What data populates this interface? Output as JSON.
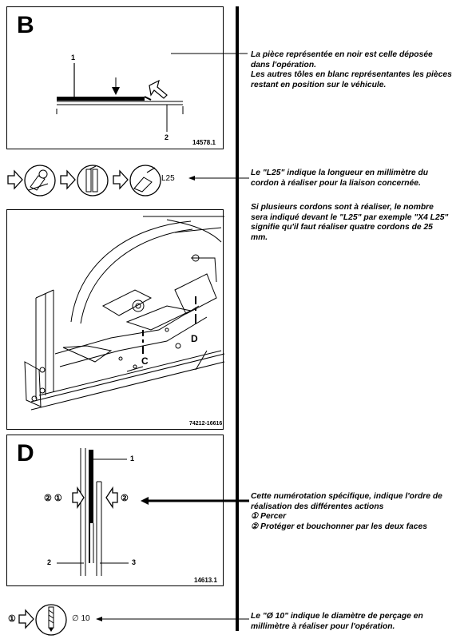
{
  "panel_b": {
    "letter": "B",
    "callout_1": "1",
    "callout_2": "2",
    "ref_number": "14578.1"
  },
  "symbols_row": {
    "label": "L25"
  },
  "body_image": {
    "label_c": "C",
    "label_d": "D",
    "ref_number": "74212-16616"
  },
  "panel_d": {
    "letter": "D",
    "callout_1": "1",
    "callout_2": "2",
    "callout_3": "3",
    "left_marks": "② ①",
    "right_mark": "②",
    "ref_number": "14613.1"
  },
  "drill_row": {
    "mark": "①",
    "label": "∅ 10"
  },
  "notes": {
    "note_b_line1": "La pièce représentée en noir est celle déposée",
    "note_b_line2": "dans l'opération.",
    "note_b_line3": "Les autres tôles en blanc représentantes les pièces",
    "note_b_line4": "restant en position sur le véhicule.",
    "note_l25_line1": "Le \"L25\" indique la longueur en millimètre du",
    "note_l25_line2": "cordon à réaliser pour la liaison concernée.",
    "note_l25b_line1": "Si plusieurs cordons sont à réaliser, le nombre",
    "note_l25b_line2": "sera indiqué devant le \"L25\" par exemple \"X4 L25\"",
    "note_l25b_line3": "signifie qu'il faut réaliser quatre cordons de 25",
    "note_l25b_line4": "mm.",
    "note_d_line1": "Cette numérotation spécifique, indique l'ordre de",
    "note_d_line2": "réalisation des différentes actions",
    "note_d_item1": "① Percer",
    "note_d_item2": "② Protéger et bouchonner par les deux faces",
    "note_drill_line1": "Le \"Ø 10\" indique le diamètre de perçage en",
    "note_drill_line2": "millimètre à réaliser pour l'opération."
  }
}
